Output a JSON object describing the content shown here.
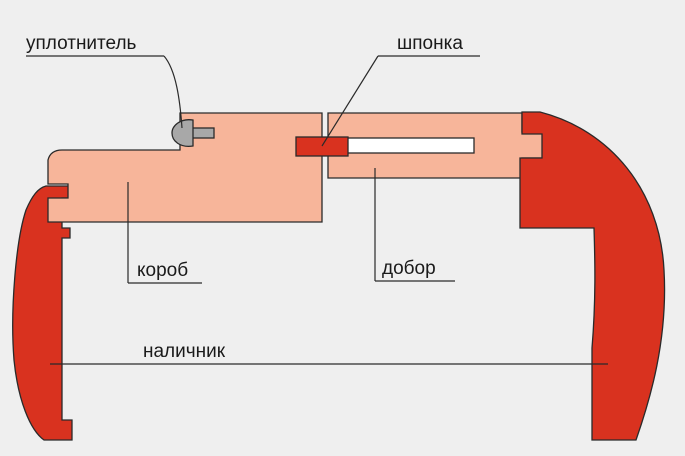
{
  "labels": {
    "seal": "уплотнитель",
    "tongue": "шпонка",
    "frame": "короб",
    "extension": "добор",
    "casing": "наличник"
  },
  "colors": {
    "background": "#efefef",
    "casing_red": "#d9321f",
    "wood_light": "#f7b59a",
    "outline": "#2a2a2a",
    "seal_gray": "#a8a8a8",
    "slot_white": "#ffffff"
  }
}
